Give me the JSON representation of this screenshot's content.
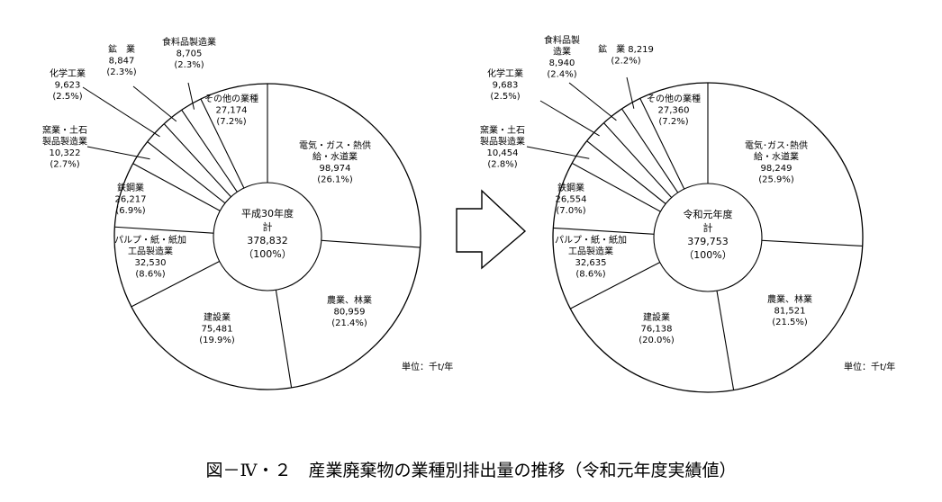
{
  "chart_data": [
    {
      "type": "pie",
      "center_label": [
        "平成30年度",
        "計",
        "378,832",
        "（100%）"
      ],
      "unit": "単位：千t/年",
      "slices": [
        {
          "label": [
            "電気・ガス・熱供",
            "給・水道業"
          ],
          "value": 98974,
          "value_text": "98,974",
          "percent": "(26.1%)"
        },
        {
          "label": [
            "農業、林業"
          ],
          "value": 80959,
          "value_text": "80,959",
          "percent": "(21.4%)"
        },
        {
          "label": [
            "建設業"
          ],
          "value": 75481,
          "value_text": "75,481",
          "percent": "(19.9%)"
        },
        {
          "label": [
            "パルプ・紙・紙加",
            "工品製造業"
          ],
          "value": 32530,
          "value_text": "32,530",
          "percent": "(8.6%)"
        },
        {
          "label": [
            "鉄鋼業"
          ],
          "value": 26217,
          "value_text": "26,217",
          "percent": "(6.9%)"
        },
        {
          "label": [
            "窯業・土石",
            "製品製造業"
          ],
          "value": 10322,
          "value_text": "10,322",
          "percent": "(2.7%)"
        },
        {
          "label": [
            "化学工業"
          ],
          "value": 9623,
          "value_text": "9,623",
          "percent": "(2.5%)"
        },
        {
          "label": [
            "鉱　業"
          ],
          "value": 8847,
          "value_text": "8,847",
          "percent": "(2.3%)"
        },
        {
          "label": [
            "食料品製造業"
          ],
          "value": 8705,
          "value_text": "8,705",
          "percent": "(2.3%)"
        },
        {
          "label": [
            "その他の業種"
          ],
          "value": 27174,
          "value_text": "27,174",
          "percent": "(7.2%)"
        }
      ]
    },
    {
      "type": "pie",
      "center_label": [
        "令和元年度",
        "計",
        "379,753",
        "（100%）"
      ],
      "unit": "単位：千t/年",
      "slices": [
        {
          "label": [
            "電気･ガス･熱供",
            "給・水道業"
          ],
          "value": 98249,
          "value_text": "98,249",
          "percent": "(25.9%)"
        },
        {
          "label": [
            "農業、林業"
          ],
          "value": 81521,
          "value_text": "81,521",
          "percent": "(21.5%)"
        },
        {
          "label": [
            "建設業"
          ],
          "value": 76138,
          "value_text": "76,138",
          "percent": "(20.0%)"
        },
        {
          "label": [
            "パルプ・紙・紙加",
            "工品製造業"
          ],
          "value": 32635,
          "value_text": "32,635",
          "percent": "(8.6%)"
        },
        {
          "label": [
            "鉄鋼業"
          ],
          "value": 26554,
          "value_text": "26,554",
          "percent": "(7.0%)"
        },
        {
          "label": [
            "窯業・土石",
            "製品製造業"
          ],
          "value": 10454,
          "value_text": "10,454",
          "percent": "(2.8%)"
        },
        {
          "label": [
            "化学工業"
          ],
          "value": 9683,
          "value_text": "9,683",
          "percent": "(2.5%)"
        },
        {
          "label": [
            "食料品製",
            "造業"
          ],
          "value": 8940,
          "value_text": "8,940",
          "percent": "(2.4%)"
        },
        {
          "label": [
            "鉱　業 8,219"
          ],
          "value": 8219,
          "value_text": "",
          "percent": "(2.2%)"
        },
        {
          "label": [
            "その他の業種"
          ],
          "value": 27360,
          "value_text": "27,360",
          "percent": "(7.2%)"
        }
      ]
    }
  ],
  "caption": "図－Ⅳ・２　産業廃棄物の業種別排出量の推移（令和元年度実績値）",
  "colors": {
    "stroke": "#000000",
    "fill": "#ffffff"
  }
}
